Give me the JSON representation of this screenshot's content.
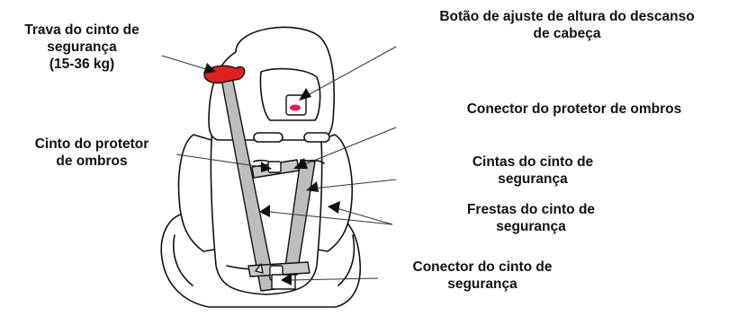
{
  "labels": {
    "trava": [
      "Trava do cinto de",
      "segurança",
      "(15-36 kg)"
    ],
    "botao": [
      "Botão de ajuste de altura do descanso",
      "de cabeça"
    ],
    "conector_ombros": [
      "Conector do protetor de ombros"
    ],
    "cinto_protetor": [
      "Cinto do protetor",
      "de ombros"
    ],
    "cintas": [
      "Cintas do cinto de",
      "segurança"
    ],
    "frestas": [
      "Frestas do cinto de",
      "segurança"
    ],
    "conector_cinto": [
      "Conector do cinto de",
      "segurança"
    ]
  },
  "colors": {
    "outline": "#111111",
    "belt": "#bdbdbd",
    "belt_dark": "#8a8a8a",
    "lock": "#e0201c",
    "button": "#e8175d",
    "seat": "#ffffff"
  }
}
